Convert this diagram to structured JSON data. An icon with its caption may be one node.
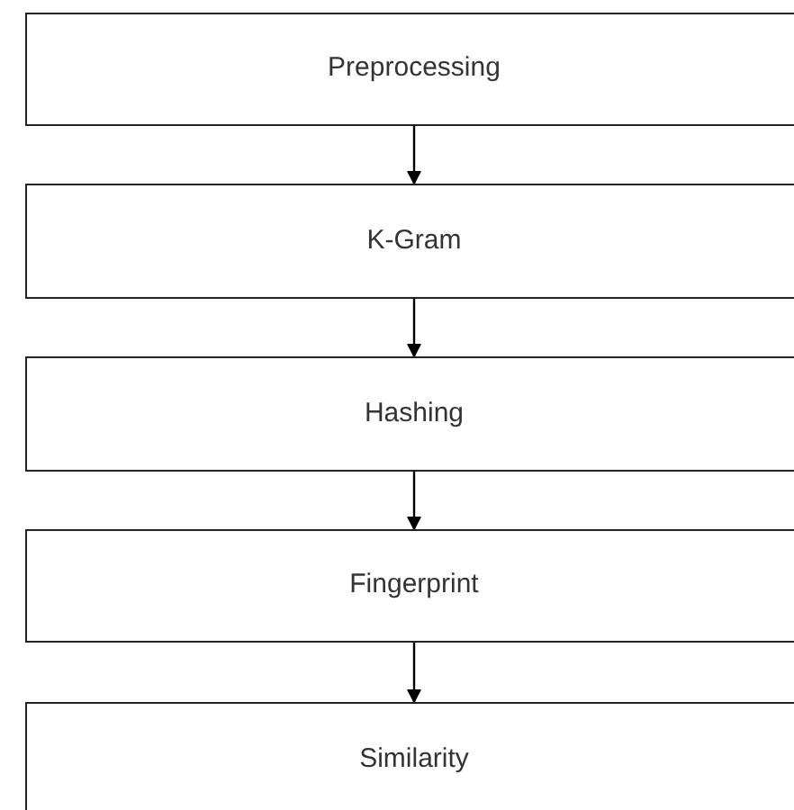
{
  "diagram": {
    "nodes": [
      {
        "text": [
          "Preprocessing"
        ]
      },
      {
        "text": [
          "K-Gram"
        ]
      },
      {
        "text": [
          "Hashing"
        ]
      },
      {
        "text": [
          "Fingerprint"
        ]
      },
      {
        "text": [
          "Similarity"
        ]
      }
    ],
    "edges": [
      {
        "from": 0,
        "to": 1,
        "arrow": "to"
      },
      {
        "from": 1,
        "to": 2,
        "arrow": "to"
      },
      {
        "from": 2,
        "to": 3,
        "arrow": "to"
      },
      {
        "from": 3,
        "to": 4,
        "arrow": "to"
      }
    ]
  }
}
